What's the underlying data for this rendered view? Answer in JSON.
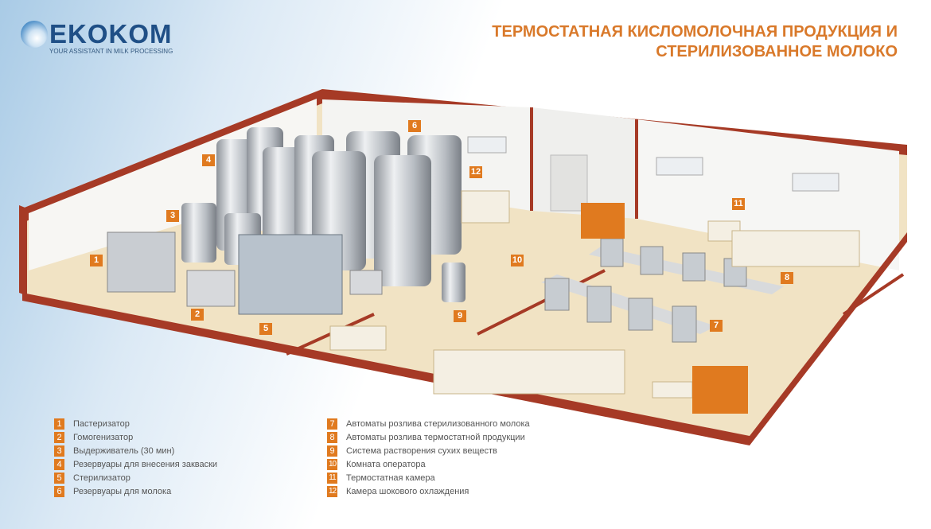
{
  "logo": {
    "name": "EKOKOM",
    "tagline": "YOUR ASSISTANT IN MILK PROCESSING"
  },
  "title": {
    "line1": "ТЕРМОСТАТНАЯ КИСЛОМОЛОЧНАЯ ПРОДУКЦИЯ И",
    "line2": "СТЕРИЛИЗОВАННОЕ  МОЛОКО"
  },
  "colors": {
    "accent": "#e07a1f",
    "title": "#d9792a",
    "brand": "#1f4f86",
    "wall": "#a63a26",
    "floor": "#f1e3c4"
  },
  "markers": [
    "1",
    "2",
    "3",
    "4",
    "5",
    "6",
    "7",
    "8",
    "9",
    "10",
    "11",
    "12"
  ],
  "legend": [
    {
      "num": "1",
      "label": "Пастеризатор"
    },
    {
      "num": "2",
      "label": "Гомогенизатор"
    },
    {
      "num": "3",
      "label": "Выдерживатель (30 мин)"
    },
    {
      "num": "4",
      "label": "Резервуары для внесения закваски"
    },
    {
      "num": "5",
      "label": "Стерилизатор"
    },
    {
      "num": "6",
      "label": "Резервуары для молока"
    },
    {
      "num": "7",
      "label": "Автоматы розлива стерилизованного молока"
    },
    {
      "num": "8",
      "label": "Автоматы розлива термостатной продукции"
    },
    {
      "num": "9",
      "label": "Система растворения сухих веществ"
    },
    {
      "num": "10",
      "label": "Комната оператора"
    },
    {
      "num": "11",
      "label": "Термостатная камера"
    },
    {
      "num": "12",
      "label": "Камера шокового охлаждения"
    }
  ]
}
